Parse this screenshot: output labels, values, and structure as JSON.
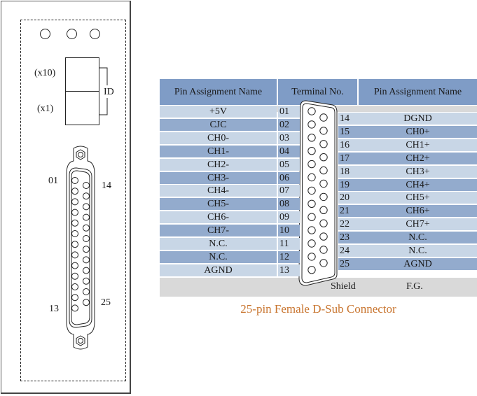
{
  "module": {
    "led_count": 3,
    "id_labels": {
      "upper": "(x10)",
      "lower": "(x1)",
      "group": "ID"
    },
    "connector_pin_labels": {
      "top_left": "01",
      "top_right": "14",
      "bottom_left": "13",
      "bottom_right": "25"
    }
  },
  "table": {
    "headers": [
      "Pin Assignment Name",
      "Terminal No.",
      "Pin Assignment Name"
    ],
    "left_rows": [
      {
        "name": "+5V",
        "pin": "01"
      },
      {
        "name": "CJC",
        "pin": "02"
      },
      {
        "name": "CH0-",
        "pin": "03"
      },
      {
        "name": "CH1-",
        "pin": "04"
      },
      {
        "name": "CH2-",
        "pin": "05"
      },
      {
        "name": "CH3-",
        "pin": "06"
      },
      {
        "name": "CH4-",
        "pin": "07"
      },
      {
        "name": "CH5-",
        "pin": "08"
      },
      {
        "name": "CH6-",
        "pin": "09"
      },
      {
        "name": "CH7-",
        "pin": "10"
      },
      {
        "name": "N.C.",
        "pin": "11"
      },
      {
        "name": "N.C.",
        "pin": "12"
      },
      {
        "name": "AGND",
        "pin": "13"
      }
    ],
    "right_rows": [
      {
        "pin": "14",
        "name": "DGND"
      },
      {
        "pin": "15",
        "name": "CH0+"
      },
      {
        "pin": "16",
        "name": "CH1+"
      },
      {
        "pin": "17",
        "name": "CH2+"
      },
      {
        "pin": "18",
        "name": "CH3+"
      },
      {
        "pin": "19",
        "name": "CH4+"
      },
      {
        "pin": "20",
        "name": "CH5+"
      },
      {
        "pin": "21",
        "name": "CH6+"
      },
      {
        "pin": "22",
        "name": "CH7+"
      },
      {
        "pin": "23",
        "name": "N.C."
      },
      {
        "pin": "24",
        "name": "N.C."
      },
      {
        "pin": "25",
        "name": "AGND"
      }
    ],
    "shield": {
      "label": "Shield",
      "name": "F.G."
    }
  },
  "caption": "25-pin Female D-Sub Connector",
  "colors": {
    "header": "#7f9cc6",
    "row_dark": "#93abcd",
    "row_light": "#c8d6e6",
    "shield_row": "#d9d9d9",
    "caption": "#c8742e"
  }
}
